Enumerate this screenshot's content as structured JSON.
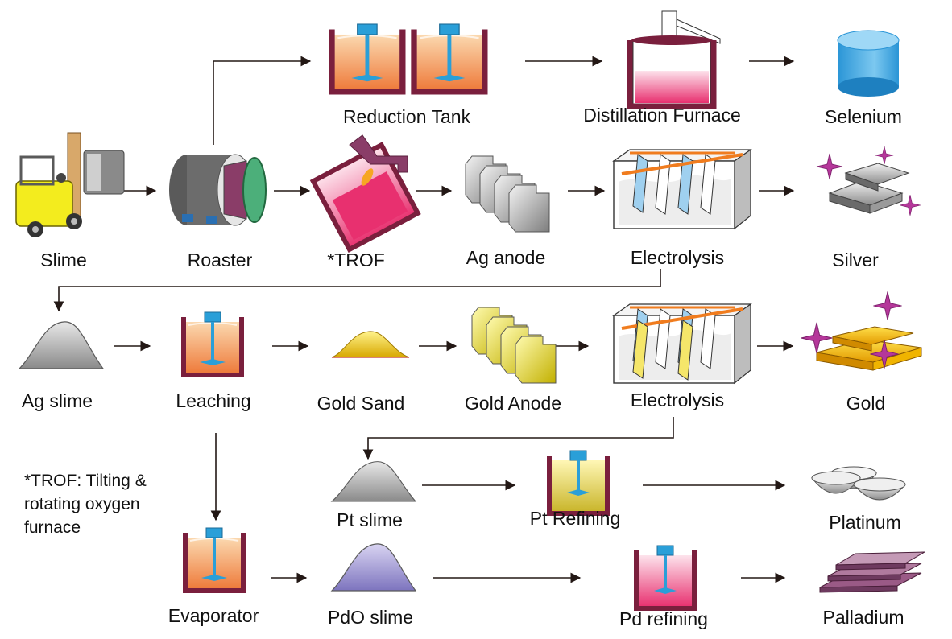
{
  "nodes": {
    "slime": "Slime",
    "roaster": "Roaster",
    "trof": "*TROF",
    "ag_anode": "Ag anode",
    "electrolysis_silver": "Electrolysis",
    "silver": "Silver",
    "reduction_tank": "Reduction Tank",
    "distillation_furnace": "Distillation Furnace",
    "selenium": "Selenium",
    "ag_slime": "Ag slime",
    "leaching": "Leaching",
    "gold_sand": "Gold Sand",
    "gold_anode": "Gold Anode",
    "electrolysis_gold": "Electrolysis",
    "gold": "Gold",
    "pt_slime": "Pt slime",
    "pt_refining": "Pt Refining",
    "platinum": "Platinum",
    "evaporator": "Evaporator",
    "pdo_slime": "PdO slime",
    "pd_refining": "Pd refining",
    "palladium": "Palladium"
  },
  "footnote": {
    "line1": "*TROF: Tilting &",
    "line2": "rotating oxygen",
    "line3": "furnace"
  },
  "colors": {
    "arrow": "#231815",
    "tank_frame": "#7a1f3d",
    "tank_liquid": "#f08a4b",
    "impeller": "#2a9fd8",
    "slime_gray": "#a0a0a0",
    "gold": "#f2c200",
    "pdo_purple": "#8a82c8",
    "palladium_plate": "#9a5a86"
  },
  "icons": [
    "forklift-icon",
    "roaster-icon",
    "trof-furnace-icon",
    "anode-icon",
    "electrolysis-cell-icon",
    "silver-bars-icon",
    "stirred-tank-icon",
    "distillation-furnace-icon",
    "selenium-drum-icon",
    "slime-pile-icon",
    "gold-bars-icon",
    "platinum-bowls-icon",
    "palladium-plates-icon"
  ]
}
